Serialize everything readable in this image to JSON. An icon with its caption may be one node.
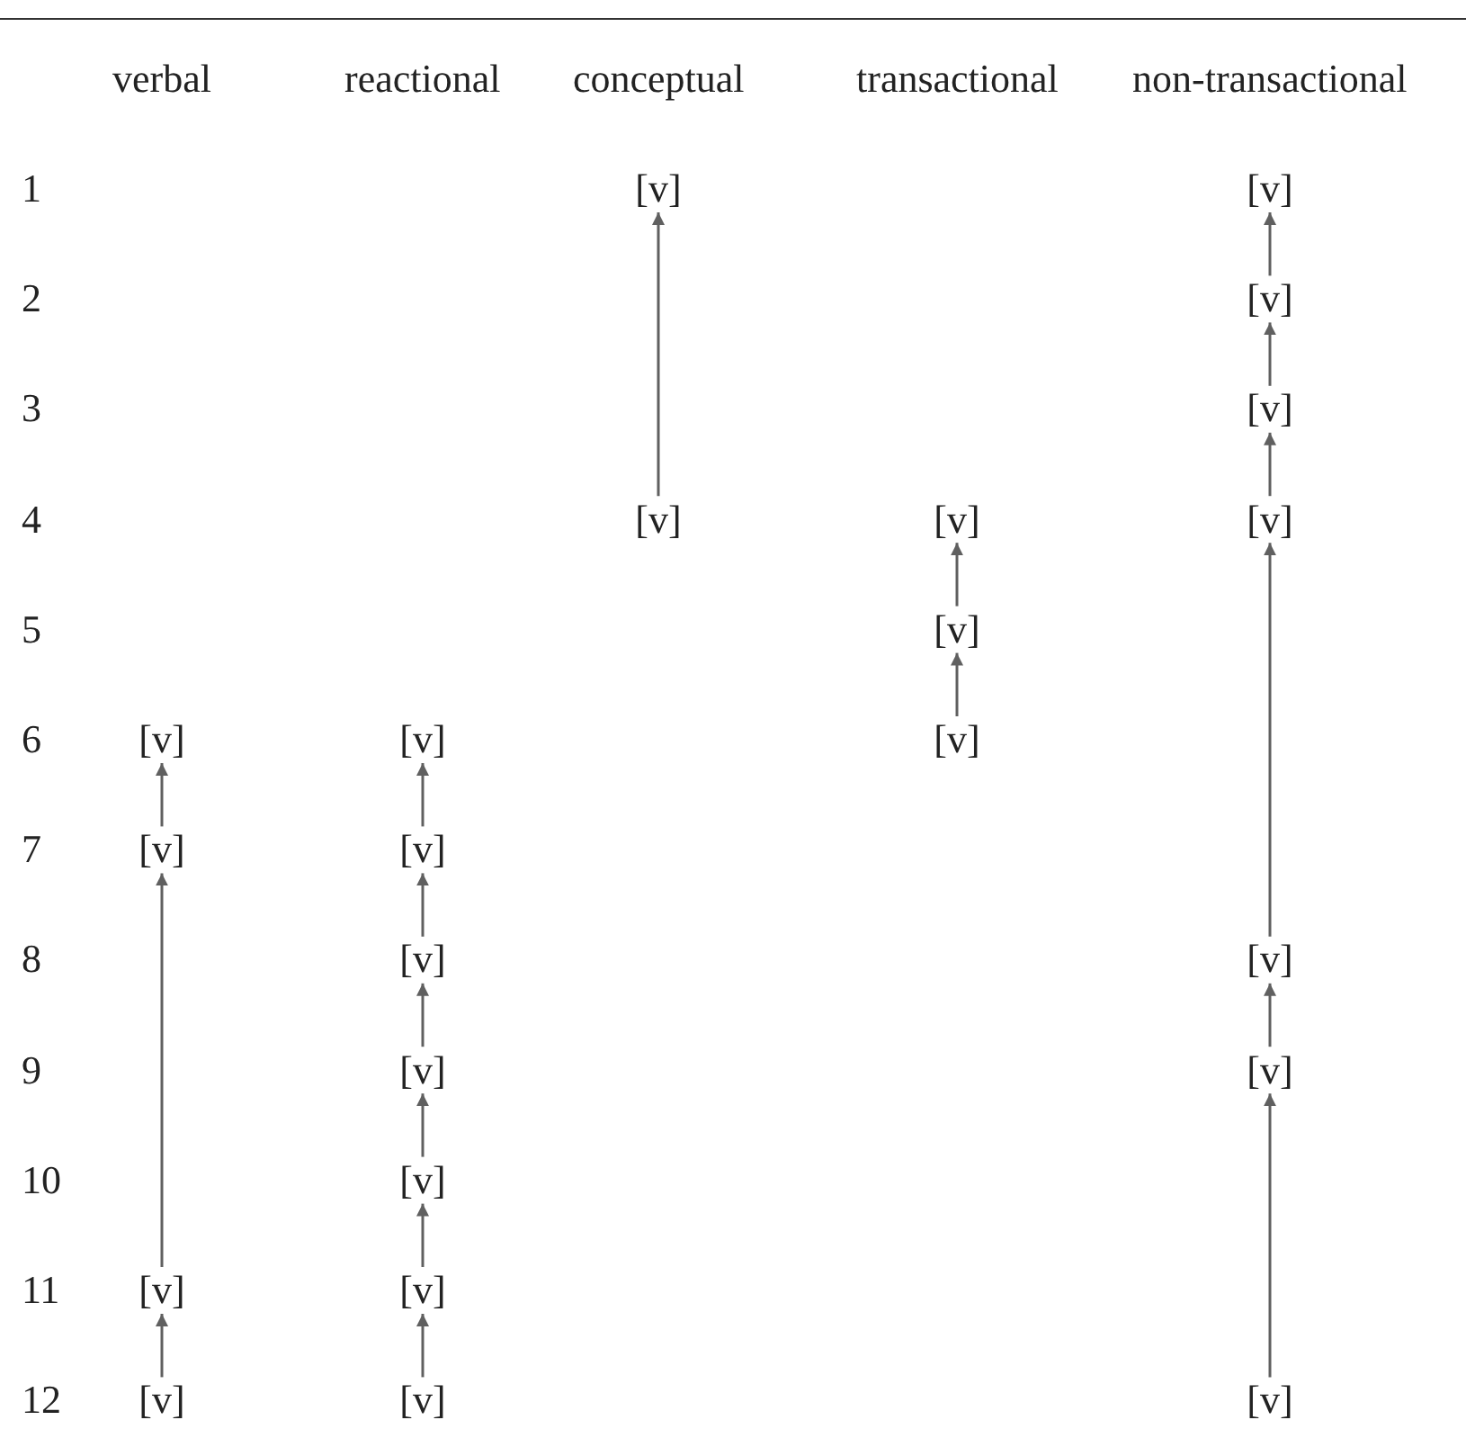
{
  "diagram": {
    "nodes": [
      {
        "text": [
          "[v]"
        ]
      },
      {
        "text": [
          "[v]"
        ]
      },
      {
        "text": [
          "[v]"
        ]
      },
      {
        "text": [
          "[v]"
        ]
      },
      {
        "text": [
          "[v]"
        ]
      },
      {
        "text": [
          "[v]"
        ]
      },
      {
        "text": [
          "[v]"
        ]
      },
      {
        "text": [
          "[v]"
        ]
      },
      {
        "text": [
          "[v]"
        ]
      },
      {
        "text": [
          "[v]"
        ]
      },
      {
        "text": [
          "[v]"
        ]
      },
      {
        "text": [
          "[v]"
        ]
      },
      {
        "text": [
          "[v]"
        ]
      },
      {
        "text": [
          "[v]"
        ]
      },
      {
        "text": [
          "[v]"
        ]
      },
      {
        "text": [
          "[v]"
        ]
      },
      {
        "text": [
          "[v]"
        ]
      },
      {
        "text": [
          "[v]"
        ]
      },
      {
        "text": [
          "[v]"
        ]
      },
      {
        "text": [
          "[v]"
        ]
      },
      {
        "text": [
          "[v]"
        ]
      },
      {
        "text": [
          "[v]"
        ]
      },
      {
        "text": [
          "[v]"
        ]
      }
    ],
    "edges": [
      {
        "from": 4,
        "to": 0,
        "arrow": "to"
      },
      {
        "from": 2,
        "to": 1,
        "arrow": "to"
      },
      {
        "from": 3,
        "to": 2,
        "arrow": "to"
      },
      {
        "from": 6,
        "to": 3,
        "arrow": "to"
      },
      {
        "from": 14,
        "to": 6,
        "arrow": "to"
      },
      {
        "from": 16,
        "to": 14,
        "arrow": "to"
      },
      {
        "from": 22,
        "to": 16,
        "arrow": "to"
      },
      {
        "from": 7,
        "to": 5,
        "arrow": "to"
      },
      {
        "from": 10,
        "to": 7,
        "arrow": "to"
      },
      {
        "from": 11,
        "to": 8,
        "arrow": "to"
      },
      {
        "from": 18,
        "to": 11,
        "arrow": "to"
      },
      {
        "from": 20,
        "to": 18,
        "arrow": "to"
      },
      {
        "from": 12,
        "to": 9,
        "arrow": "to"
      },
      {
        "from": 13,
        "to": 12,
        "arrow": "to"
      },
      {
        "from": 15,
        "to": 13,
        "arrow": "to"
      },
      {
        "from": 17,
        "to": 15,
        "arrow": "to"
      },
      {
        "from": 19,
        "to": 17,
        "arrow": "to"
      },
      {
        "from": 21,
        "to": 19,
        "arrow": "to"
      }
    ],
    "labels": [
      "verbal",
      "reactional",
      "conceptual",
      "transactional",
      "non-transactional",
      "1",
      "2",
      "3",
      "4",
      "5",
      "6",
      "7",
      "8",
      "9",
      "10",
      "11",
      "12"
    ]
  }
}
